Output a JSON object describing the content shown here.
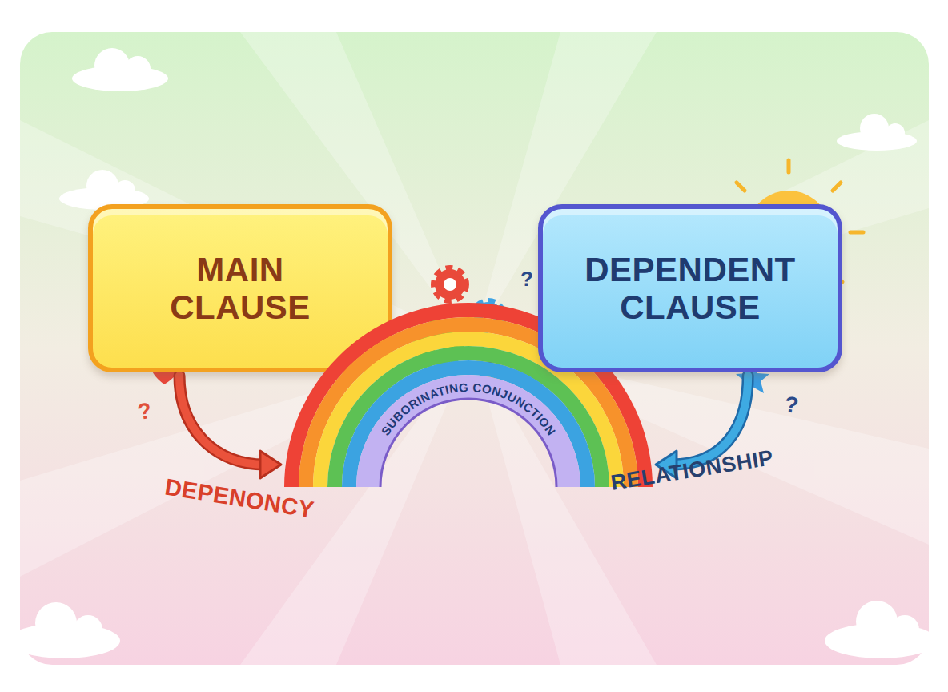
{
  "diagram": {
    "nodes": [
      {
        "text": [
          "MAIN CLAUSE"
        ]
      },
      {
        "text": [
          "SUBORINATING CONJUNCTION"
        ]
      },
      {
        "text": [
          "DEPENDENT CLAUSE"
        ]
      }
    ],
    "edges": [
      {
        "from": 0,
        "to": 1,
        "arrow": "to",
        "label": "DEPENONCY"
      },
      {
        "from": 2,
        "to": 1,
        "arrow": "to",
        "label": "RELATIONSHIP"
      }
    ],
    "labels": [
      "?",
      "?",
      "?"
    ]
  }
}
